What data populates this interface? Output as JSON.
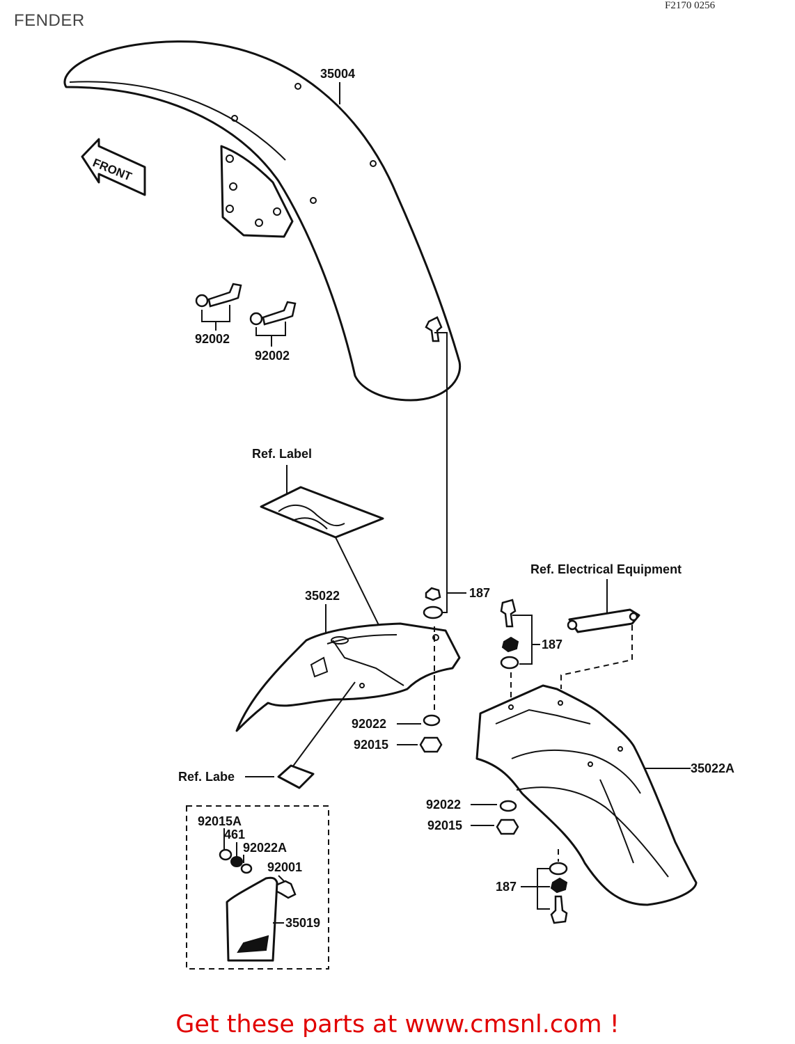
{
  "page": {
    "title": "FENDER",
    "diagram_code": "F2170 0256",
    "footer_link_text": "Get these parts at www.cmsnl.com !"
  },
  "diagram": {
    "arrow_label": "FRONT",
    "callouts": {
      "front_fender": "35004",
      "bolt_left": "92002",
      "bolt_right": "92002",
      "ref_label_top": "Ref. Label",
      "rear_inner_fender": "35022",
      "bolt_set_upper": "187",
      "bolt_set_mid": "187",
      "bolt_set_lower": "187",
      "ref_electrical": "Ref. Electrical Equipment",
      "washer_a": "92022",
      "nut_a": "92015",
      "ref_label_bottom": "Ref. Labe",
      "rear_fender": "35022A",
      "washer_b": "92022",
      "nut_b": "92015",
      "box_nut": "92015A",
      "box_item": "461",
      "box_washer": "92022A",
      "box_bolt": "92001",
      "box_flap": "35019"
    }
  },
  "colors": {
    "footer_link": "#e10000",
    "line": "#111111",
    "title": "#444444"
  }
}
